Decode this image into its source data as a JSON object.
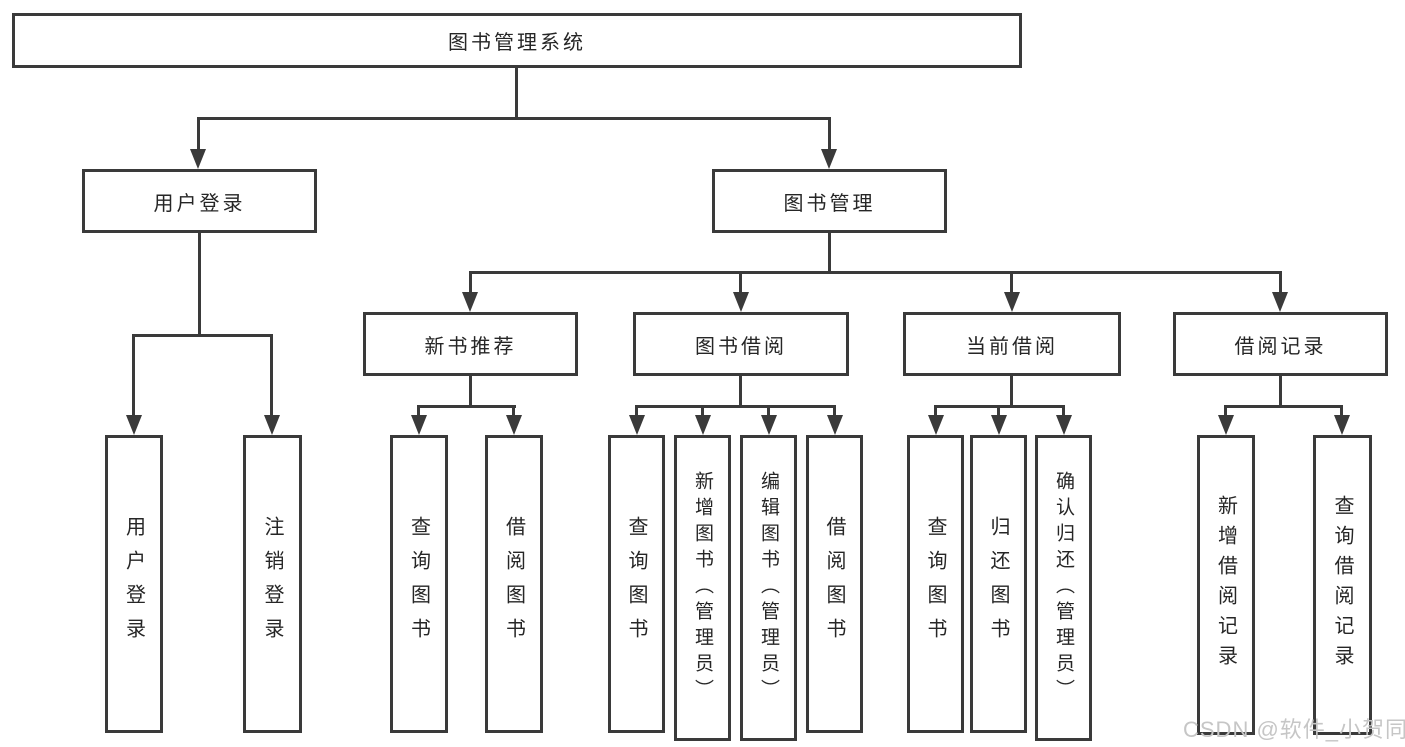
{
  "diagram": {
    "root": {
      "label": "图书管理系统"
    },
    "level2": [
      {
        "label": "用户登录",
        "children_labels": [
          "用户登录",
          "注销登录"
        ]
      },
      {
        "label": "图书管理",
        "children_labels": [
          "新书推荐",
          "图书借阅",
          "当前借阅",
          "借阅记录"
        ]
      }
    ],
    "level3": [
      {
        "label": "新书推荐",
        "children_labels": [
          "查询图书",
          "借阅图书"
        ]
      },
      {
        "label": "图书借阅",
        "children_labels": [
          "查询图书",
          "新增图书（管理员）",
          "编辑图书（管理员）",
          "借阅图书"
        ]
      },
      {
        "label": "当前借阅",
        "children_labels": [
          "查询图书",
          "归还图书",
          "确认归还（管理员）"
        ]
      },
      {
        "label": "借阅记录",
        "children_labels": [
          "新增借阅记录",
          "查询借阅记录"
        ]
      }
    ],
    "leaves": [
      "用户登录",
      "注销登录",
      "查询图书",
      "借阅图书",
      "查询图书",
      "新增图书（管理员）",
      "编辑图书（管理员）",
      "借阅图书",
      "查询图书",
      "归还图书",
      "确认归还（管理员）",
      "新增借阅记录",
      "查询借阅记录"
    ]
  },
  "watermark": {
    "text": "CSDN @软件_小贺同学"
  },
  "colors": {
    "line": "#3a3a3a",
    "text": "#262626",
    "watermark": "#c6c6c6",
    "background": "#ffffff"
  }
}
